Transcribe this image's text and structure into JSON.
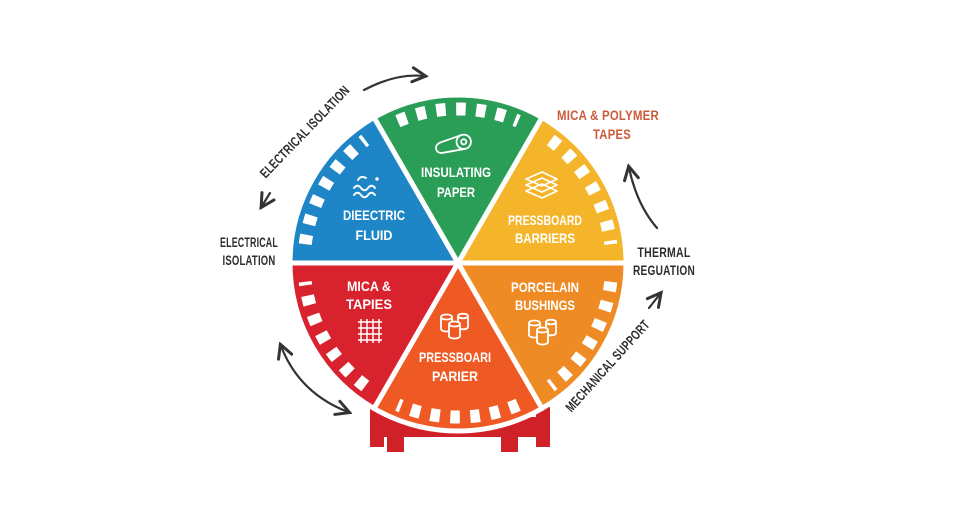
{
  "wheel": {
    "segments": [
      {
        "name": "insulating-paper",
        "line1": "INSULATING",
        "line2": "PAPER",
        "color": "#2A9D56"
      },
      {
        "name": "pressboard-barriers",
        "line1": "PRESSBOARD",
        "line2": "BARRIERS",
        "color": "#F4B52A"
      },
      {
        "name": "porcelain-bushings",
        "line1": "PORCELAIN",
        "line2": "BUSHINGS",
        "color": "#EE8B25"
      },
      {
        "name": "pressboard-paper",
        "line1": "PRESSBOARI",
        "line2": "PARIER",
        "color": "#EF5A24"
      },
      {
        "name": "mica-tapes",
        "line1": "MICA &",
        "line2": "TAPIES",
        "color": "#D8232F"
      },
      {
        "name": "dielectric-fluid",
        "line1": "DIEECTRIC",
        "line2": "FLUID",
        "color": "#1E86C6"
      }
    ],
    "stand_color": "#CF2127"
  },
  "labels": {
    "arc_top_left": "ELECTRICAL ISOLATION",
    "left_line1": "ELECTRICAL",
    "left_line2": "ISOLATION",
    "top_right_line1": "MICA & POLYMER",
    "top_right_line2": "TAPES",
    "top_right_color": "#C95B3A",
    "right_line1": "THERMAL",
    "right_line2": "REGUATION",
    "bottom_right": "MECHANICAL SUPPORT",
    "text_color": "#2D2D2D",
    "arrow_color": "#333333"
  }
}
